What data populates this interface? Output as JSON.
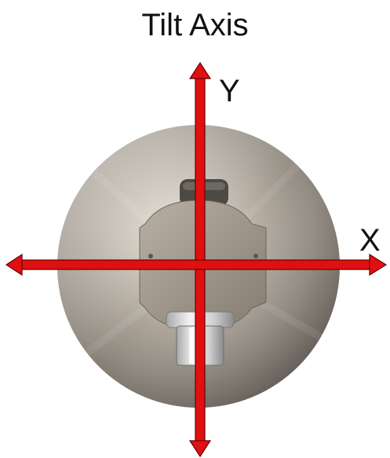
{
  "title": "Tilt Axis",
  "axes": {
    "y_label": "Y",
    "x_label": "X"
  },
  "colors": {
    "arrow": "#e01010",
    "arrow_outline": "#6a0000",
    "disk_light": "#d8d2c8",
    "disk_dark": "#6f6860",
    "hub": "#a39a8e",
    "pin": "#e9e9e9"
  }
}
